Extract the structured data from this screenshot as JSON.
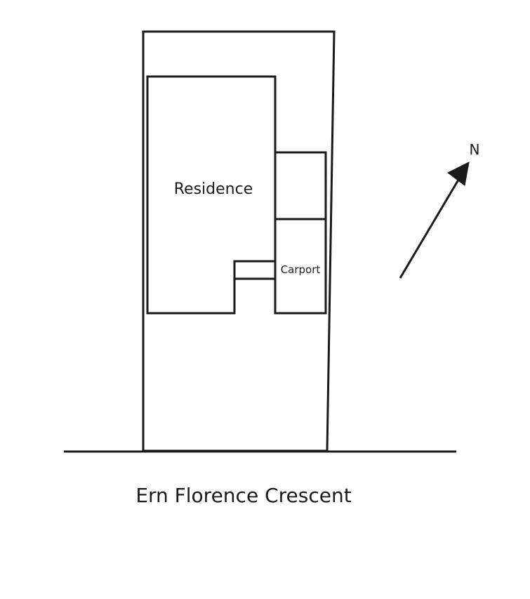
{
  "labels": {
    "residence": "Residence",
    "carport": "Carport",
    "north": "N",
    "street": "Ern Florence Crescent"
  },
  "colors": {
    "stroke": "#1a1a1a",
    "background": "#ffffff"
  }
}
